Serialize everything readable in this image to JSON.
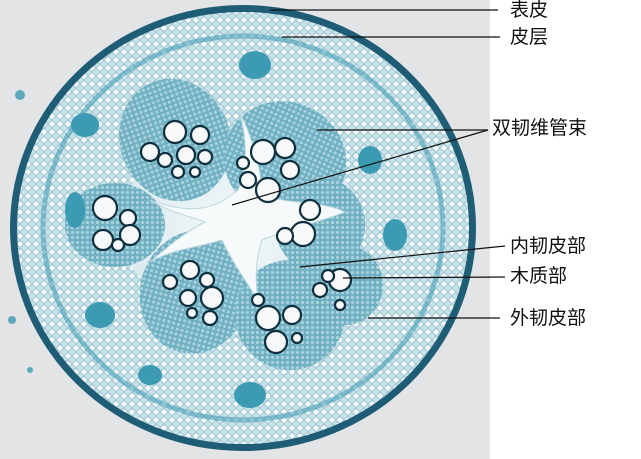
{
  "figure": {
    "labels": {
      "epidermis": "表皮",
      "cortex": "皮层",
      "bicollateral_bundle": "双韧维管束",
      "inner_phloem": "内韧皮部",
      "xylem": "木质部",
      "outer_phloem": "外韧皮部"
    },
    "colors": {
      "background": "#ffffff",
      "slide_background": "#e2e4e6",
      "tissue_blue": "#3d9ab3",
      "tissue_dark": "#1f5d77",
      "cell_fill": "#eef3f5",
      "bundle_fill": "#7cb7c8",
      "line": "#111111"
    }
  }
}
